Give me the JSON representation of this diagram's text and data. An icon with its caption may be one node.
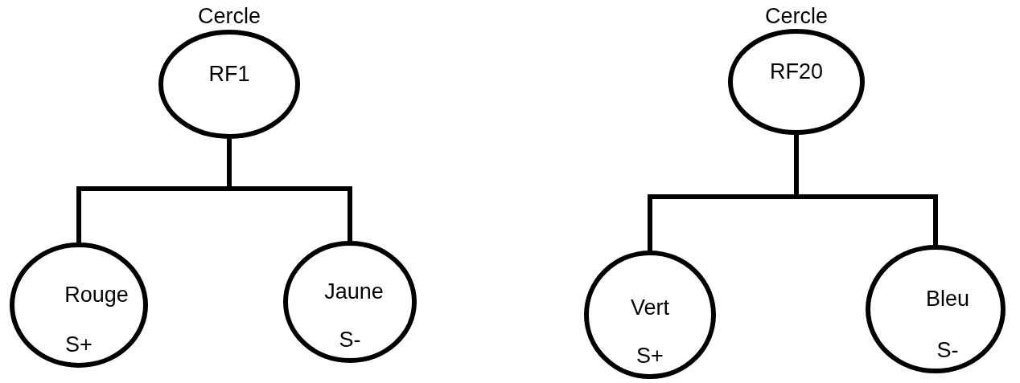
{
  "diagram": {
    "nodes": [
      {
        "text": [
          "Cercle",
          "RF1"
        ]
      },
      {
        "text": [
          "Rouge",
          "S+"
        ]
      },
      {
        "text": [
          "Jaune",
          "S-"
        ]
      },
      {
        "text": [
          "Cercle",
          "RF20"
        ]
      },
      {
        "text": [
          "Vert",
          "S+"
        ]
      },
      {
        "text": [
          "Bleu",
          "S-"
        ]
      }
    ],
    "edges": [
      {
        "from": 0,
        "to": 1,
        "arrow": "none"
      },
      {
        "from": 0,
        "to": 2,
        "arrow": "none"
      },
      {
        "from": 3,
        "to": 4,
        "arrow": "none"
      },
      {
        "from": 3,
        "to": 5,
        "arrow": "none"
      }
    ]
  }
}
